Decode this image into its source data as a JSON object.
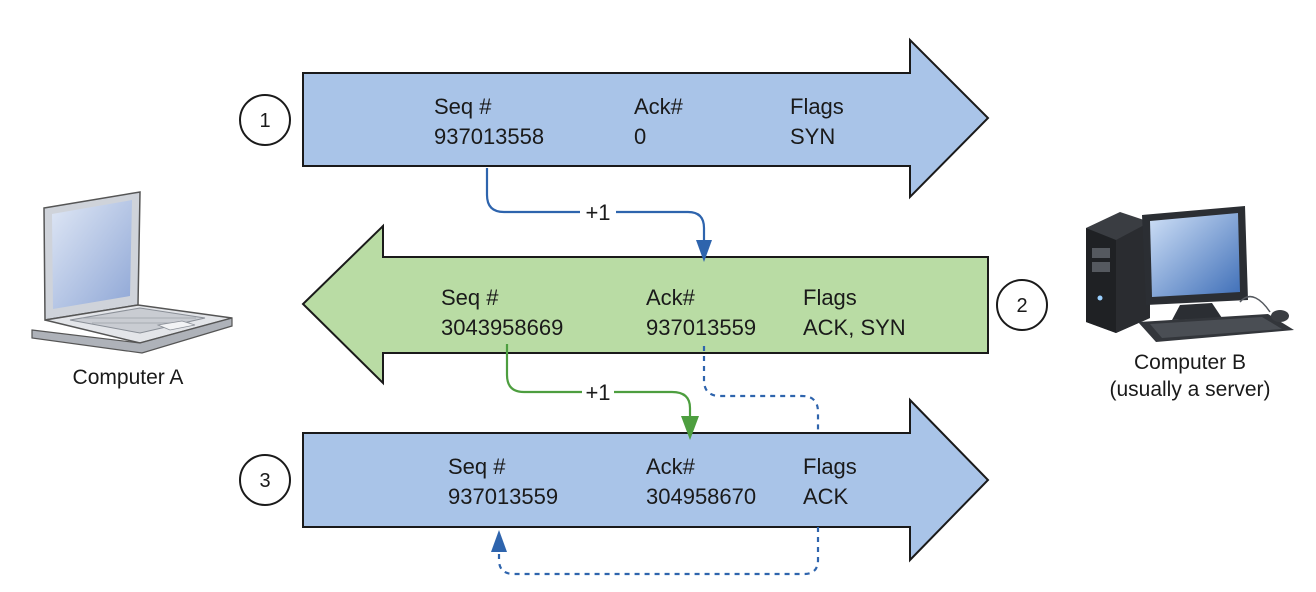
{
  "colors": {
    "blue_arrow_fill": "#a9c4e8",
    "green_arrow_fill": "#b9dca4",
    "blue_line": "#2e64ad",
    "green_line": "#4d9e3f"
  },
  "computer_a": {
    "label": "Computer A"
  },
  "computer_b": {
    "label_line1": "Computer B",
    "label_line2": "(usually a server)"
  },
  "steps": [
    {
      "number": "1",
      "seq_label": "Seq #",
      "seq_value": "937013558",
      "ack_label": "Ack#",
      "ack_value": "0",
      "flags_label": "Flags",
      "flags_value": "SYN"
    },
    {
      "number": "2",
      "seq_label": "Seq #",
      "seq_value": "3043958669",
      "ack_label": "Ack#",
      "ack_value": "937013559",
      "flags_label": "Flags",
      "flags_value": "ACK, SYN"
    },
    {
      "number": "3",
      "seq_label": "Seq #",
      "seq_value": "937013559",
      "ack_label": "Ack#",
      "ack_value": "304958670",
      "flags_label": "Flags",
      "flags_value": "ACK"
    }
  ],
  "connectors": {
    "increment_1": "+1",
    "increment_2": "+1"
  }
}
